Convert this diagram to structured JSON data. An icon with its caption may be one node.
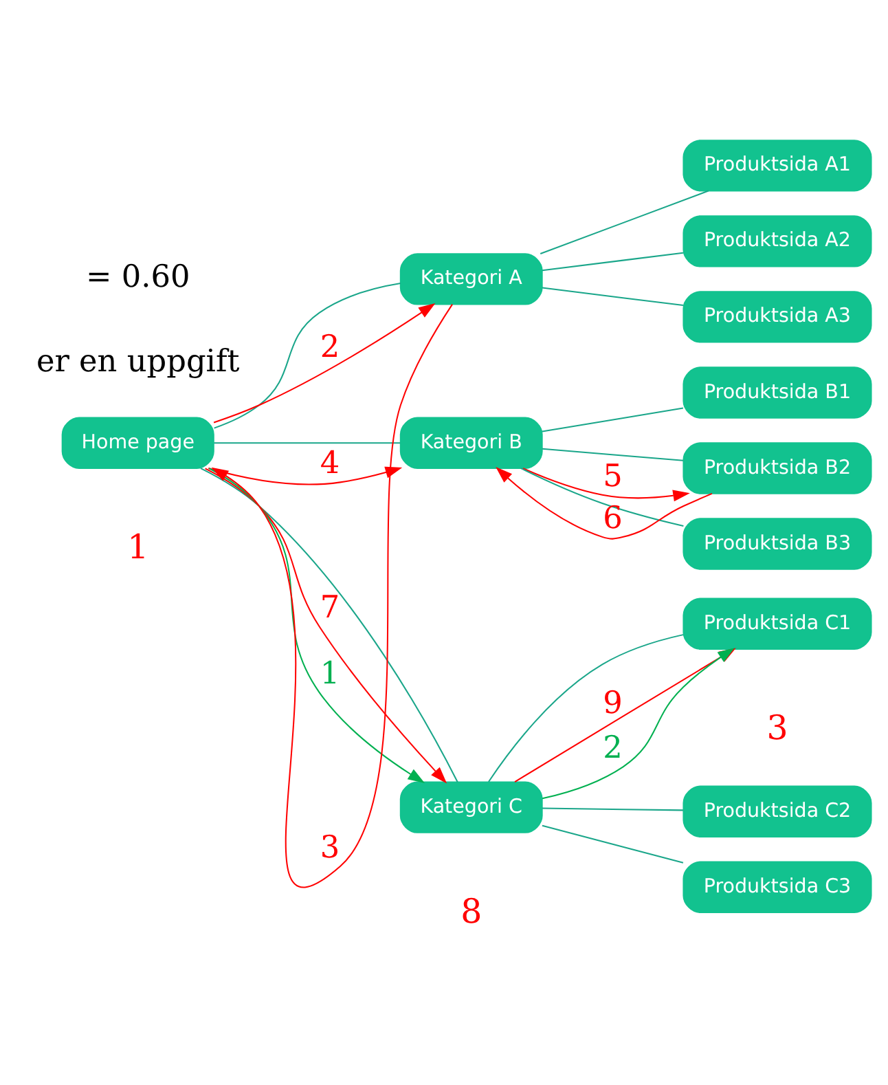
{
  "diagram": {
    "nodes": [
      {
        "text": [
          "Home page"
        ],
        "beside": [
          "1"
        ]
      },
      {
        "text": [
          "Kategori A"
        ]
      },
      {
        "text": [
          "Kategori B"
        ]
      },
      {
        "text": [
          "Kategori C"
        ],
        "beside": [
          "8"
        ]
      },
      {
        "text": [
          "Produktsida A1"
        ]
      },
      {
        "text": [
          "Produktsida A2"
        ]
      },
      {
        "text": [
          "Produktsida A3"
        ]
      },
      {
        "text": [
          "Produktsida B1"
        ]
      },
      {
        "text": [
          "Produktsida B2"
        ]
      },
      {
        "text": [
          "Produktsida B3"
        ]
      },
      {
        "text": [
          "Produktsida C1"
        ],
        "beside": [
          "3"
        ]
      },
      {
        "text": [
          "Produktsida C2"
        ]
      },
      {
        "text": [
          "Produktsida C3"
        ]
      }
    ],
    "edges": [
      {
        "from": 0,
        "to": 1,
        "arrow": "none"
      },
      {
        "from": 0,
        "to": 2,
        "arrow": "none"
      },
      {
        "from": 0,
        "to": 3,
        "arrow": "none"
      },
      {
        "from": 1,
        "to": 4,
        "arrow": "none"
      },
      {
        "from": 1,
        "to": 5,
        "arrow": "none"
      },
      {
        "from": 1,
        "to": 6,
        "arrow": "none"
      },
      {
        "from": 2,
        "to": 7,
        "arrow": "none"
      },
      {
        "from": 2,
        "to": 8,
        "arrow": "none"
      },
      {
        "from": 2,
        "to": 9,
        "arrow": "none"
      },
      {
        "from": 3,
        "to": 10,
        "arrow": "none"
      },
      {
        "from": 3,
        "to": 11,
        "arrow": "none"
      },
      {
        "from": 3,
        "to": 12,
        "arrow": "none"
      },
      {
        "from": 0,
        "to": 1,
        "arrow": "to",
        "label": "2",
        "color": "#ff0000"
      },
      {
        "from": 1,
        "to": 0,
        "arrow": "to",
        "label": "3",
        "color": "#ff0000"
      },
      {
        "from": 0,
        "to": 2,
        "arrow": "to",
        "label": "4",
        "color": "#ff0000"
      },
      {
        "from": 2,
        "to": 8,
        "arrow": "to",
        "label": "5",
        "color": "#ff0000"
      },
      {
        "from": 8,
        "to": 2,
        "arrow": "to",
        "label": "6",
        "color": "#ff0000"
      },
      {
        "from": 0,
        "to": 3,
        "arrow": "to",
        "label": "7",
        "color": "#ff0000"
      },
      {
        "from": 3,
        "to": 10,
        "arrow": "to",
        "label": "9",
        "color": "#ff0000"
      },
      {
        "from": 0,
        "to": 3,
        "arrow": "to",
        "label": "1",
        "color": "#00b050"
      },
      {
        "from": 3,
        "to": 10,
        "arrow": "to",
        "label": "2",
        "color": "#00b050"
      }
    ],
    "labels": [
      "er en uppgift",
      "= 0.60"
    ]
  }
}
